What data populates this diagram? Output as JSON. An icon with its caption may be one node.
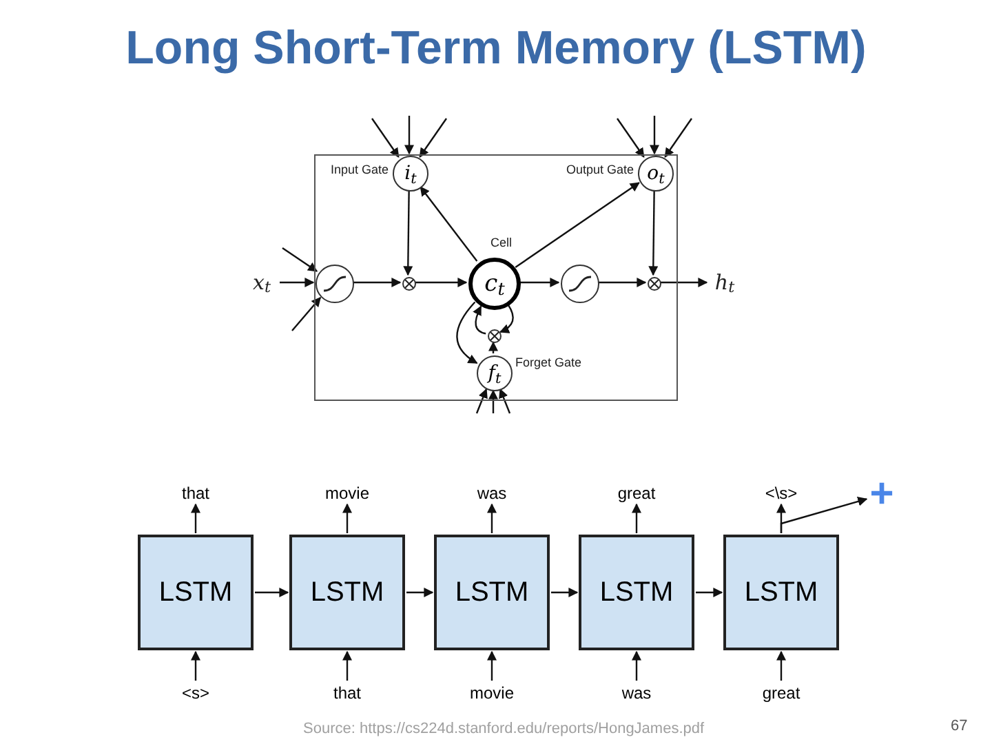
{
  "diagram": {
    "title": "Long Short-Term Memory (LSTM)",
    "nodes": [
      {
        "text": [],
        "shape": "box"
      },
      {
        "text": [
          "i$_{t}$"
        ],
        "in": 0,
        "beside": [
          "Input Gate"
        ]
      },
      {
        "text": [
          "o$_{t}$"
        ],
        "in": 0,
        "beside": [
          "Output Gate"
        ]
      },
      {
        "text": [
          "x$_{t}$"
        ]
      },
      {
        "text": [],
        "shape": "circle",
        "in": 0
      },
      {
        "text": [],
        "shape": "circle",
        "in": 0
      },
      {
        "text": [
          "c$_{t}$"
        ],
        "in": 0,
        "beside": [
          "Cell"
        ]
      },
      {
        "text": [],
        "shape": "circle",
        "in": 0
      },
      {
        "text": [],
        "shape": "circle",
        "in": 0
      },
      {
        "text": [
          "h$_{t}$"
        ]
      },
      {
        "text": [],
        "shape": "circle",
        "in": 0
      },
      {
        "text": [
          "f$_{t}$"
        ],
        "in": 0,
        "beside": [
          "Forget Gate"
        ]
      },
      {
        "text": [
          "that"
        ]
      },
      {
        "text": [
          "movie"
        ]
      },
      {
        "text": [
          "was"
        ]
      },
      {
        "text": [
          "great"
        ]
      },
      {
        "text": [
          "<\\s>"
        ]
      },
      {
        "text": [
          "LSTM"
        ]
      },
      {
        "text": [
          "LSTM"
        ]
      },
      {
        "text": [
          "LSTM"
        ]
      },
      {
        "text": [
          "LSTM"
        ]
      },
      {
        "text": [
          "LSTM"
        ]
      },
      {
        "text": [
          "<s>"
        ]
      },
      {
        "text": [
          "that"
        ]
      },
      {
        "text": [
          "movie"
        ]
      },
      {
        "text": [
          "was"
        ]
      },
      {
        "text": [
          "great"
        ]
      },
      {
        "text": [
          "+"
        ]
      }
    ],
    "edges": [
      {
        "from": 3,
        "to": 4,
        "arrow": "to"
      },
      {
        "from": null,
        "to": 4,
        "arrow": "to"
      },
      {
        "from": null,
        "to": 4,
        "arrow": "to"
      },
      {
        "from": 4,
        "to": 5,
        "arrow": "to"
      },
      {
        "from": 1,
        "to": 5,
        "arrow": "to"
      },
      {
        "from": 5,
        "to": 6,
        "arrow": "to"
      },
      {
        "from": 6,
        "to": 1,
        "arrow": "to"
      },
      {
        "from": 6,
        "to": 2,
        "arrow": "to"
      },
      {
        "from": 6,
        "to": 7,
        "arrow": "to"
      },
      {
        "from": 7,
        "to": 8,
        "arrow": "to"
      },
      {
        "from": 2,
        "to": 8,
        "arrow": "to"
      },
      {
        "from": 8,
        "to": 9,
        "arrow": "to"
      },
      {
        "from": 6,
        "to": 11,
        "arrow": "to"
      },
      {
        "from": 11,
        "to": 10,
        "arrow": "to"
      },
      {
        "from": 10,
        "to": 6,
        "arrow": "to"
      },
      {
        "from": 6,
        "to": 10,
        "arrow": "to"
      },
      {
        "from": null,
        "to": 1,
        "arrow": "to"
      },
      {
        "from": null,
        "to": 1,
        "arrow": "to"
      },
      {
        "from": null,
        "to": 1,
        "arrow": "to"
      },
      {
        "from": null,
        "to": 2,
        "arrow": "to"
      },
      {
        "from": null,
        "to": 2,
        "arrow": "to"
      },
      {
        "from": null,
        "to": 2,
        "arrow": "to"
      },
      {
        "from": null,
        "to": 11,
        "arrow": "to"
      },
      {
        "from": null,
        "to": 11,
        "arrow": "to"
      },
      {
        "from": null,
        "to": 11,
        "arrow": "to"
      },
      {
        "from": 17,
        "to": 18,
        "arrow": "to"
      },
      {
        "from": 18,
        "to": 19,
        "arrow": "to"
      },
      {
        "from": 19,
        "to": 20,
        "arrow": "to"
      },
      {
        "from": 20,
        "to": 21,
        "arrow": "to"
      },
      {
        "from": 17,
        "to": 12,
        "arrow": "to"
      },
      {
        "from": 18,
        "to": 13,
        "arrow": "to"
      },
      {
        "from": 19,
        "to": 14,
        "arrow": "to"
      },
      {
        "from": 20,
        "to": 15,
        "arrow": "to"
      },
      {
        "from": 21,
        "to": 16,
        "arrow": "to"
      },
      {
        "from": 22,
        "to": 17,
        "arrow": "to"
      },
      {
        "from": 23,
        "to": 18,
        "arrow": "to"
      },
      {
        "from": 24,
        "to": 19,
        "arrow": "to"
      },
      {
        "from": 25,
        "to": 20,
        "arrow": "to"
      },
      {
        "from": 26,
        "to": 21,
        "arrow": "to"
      },
      {
        "from": 21,
        "to": 27,
        "arrow": "to"
      }
    ],
    "labels": [
      "Source: https://cs224d.stanford.edu/reports/HongJames.pdf",
      "67"
    ]
  }
}
